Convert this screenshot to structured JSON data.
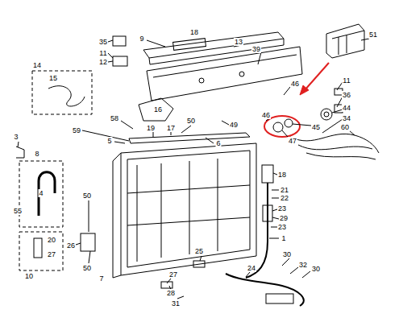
{
  "diagram": {
    "labels": [
      "18",
      "9",
      "35",
      "13",
      "39",
      "51",
      "11",
      "12",
      "14",
      "15",
      "11",
      "36",
      "44",
      "34",
      "46",
      "45",
      "47",
      "46",
      "49",
      "16",
      "58",
      "50",
      "17",
      "19",
      "59",
      "5",
      "6",
      "60",
      "3",
      "18",
      "8",
      "21",
      "22",
      "23",
      "29",
      "23",
      "1",
      "4",
      "55",
      "50",
      "26",
      "20",
      "27",
      "10",
      "50",
      "7",
      "25",
      "24",
      "30",
      "32",
      "30",
      "27",
      "28",
      "31"
    ]
  }
}
